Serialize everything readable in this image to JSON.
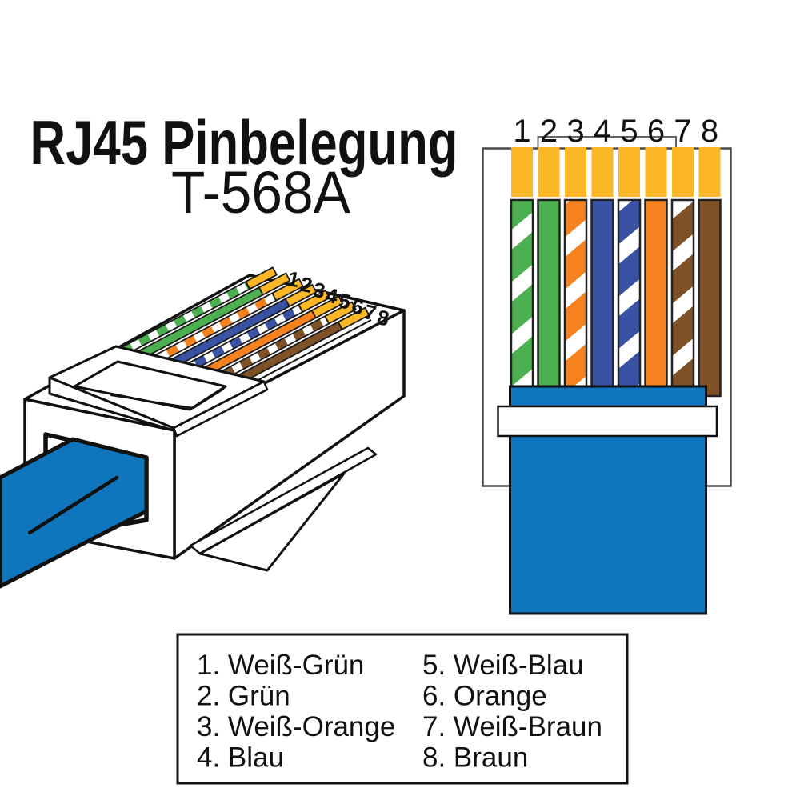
{
  "title": {
    "main": "RJ45 Pinbelegung",
    "standard": "T-568A"
  },
  "colors": {
    "gold": "#FBB725",
    "cable_blue": "#0F76BD",
    "green": "#4CAF50",
    "orange": "#F5821F",
    "blue": "#3A52A4",
    "brown": "#7E5126",
    "outline": "#111111",
    "body_outline_gray": "#4a4a4a"
  },
  "pins": [
    {
      "number": "1",
      "label": "Weiß-Grün",
      "hex": "#4CAF50",
      "striped": true
    },
    {
      "number": "2",
      "label": "Grün",
      "hex": "#4CAF50",
      "striped": false
    },
    {
      "number": "3",
      "label": "Weiß-Orange",
      "hex": "#F5821F",
      "striped": true
    },
    {
      "number": "4",
      "label": "Blau",
      "hex": "#3A52A4",
      "striped": false
    },
    {
      "number": "5",
      "label": "Weiß-Blau",
      "hex": "#3A52A4",
      "striped": true
    },
    {
      "number": "6",
      "label": "Orange",
      "hex": "#F5821F",
      "striped": false
    },
    {
      "number": "7",
      "label": "Weiß-Braun",
      "hex": "#7E5126",
      "striped": true
    },
    {
      "number": "8",
      "label": "Braun",
      "hex": "#7E5126",
      "striped": false
    }
  ],
  "legend": {
    "items": [
      "1. Weiß-Grün",
      "2. Grün",
      "3. Weiß-Orange",
      "4. Blau",
      "5. Weiß-Blau",
      "6. Orange",
      "7. Weiß-Braun",
      "8. Braun"
    ]
  }
}
